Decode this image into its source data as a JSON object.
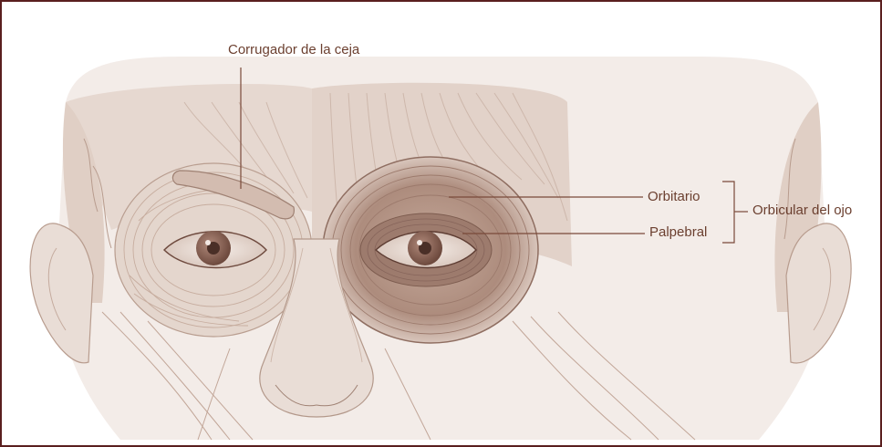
{
  "labels": {
    "corrugador": "Corrugador de la ceja",
    "orbitario": "Orbitario",
    "palpebral": "Palpebral",
    "orbicular": "Orbicular del ojo"
  },
  "colors": {
    "frame": "#5a1f1f",
    "label_text": "#6b3f2f",
    "leader_line": "#7a4a3a",
    "muscle_light": "#e9ddd6",
    "muscle_mid": "#cdb5a9",
    "muscle_dark": "#9b776a",
    "iris": "#8a6557"
  }
}
